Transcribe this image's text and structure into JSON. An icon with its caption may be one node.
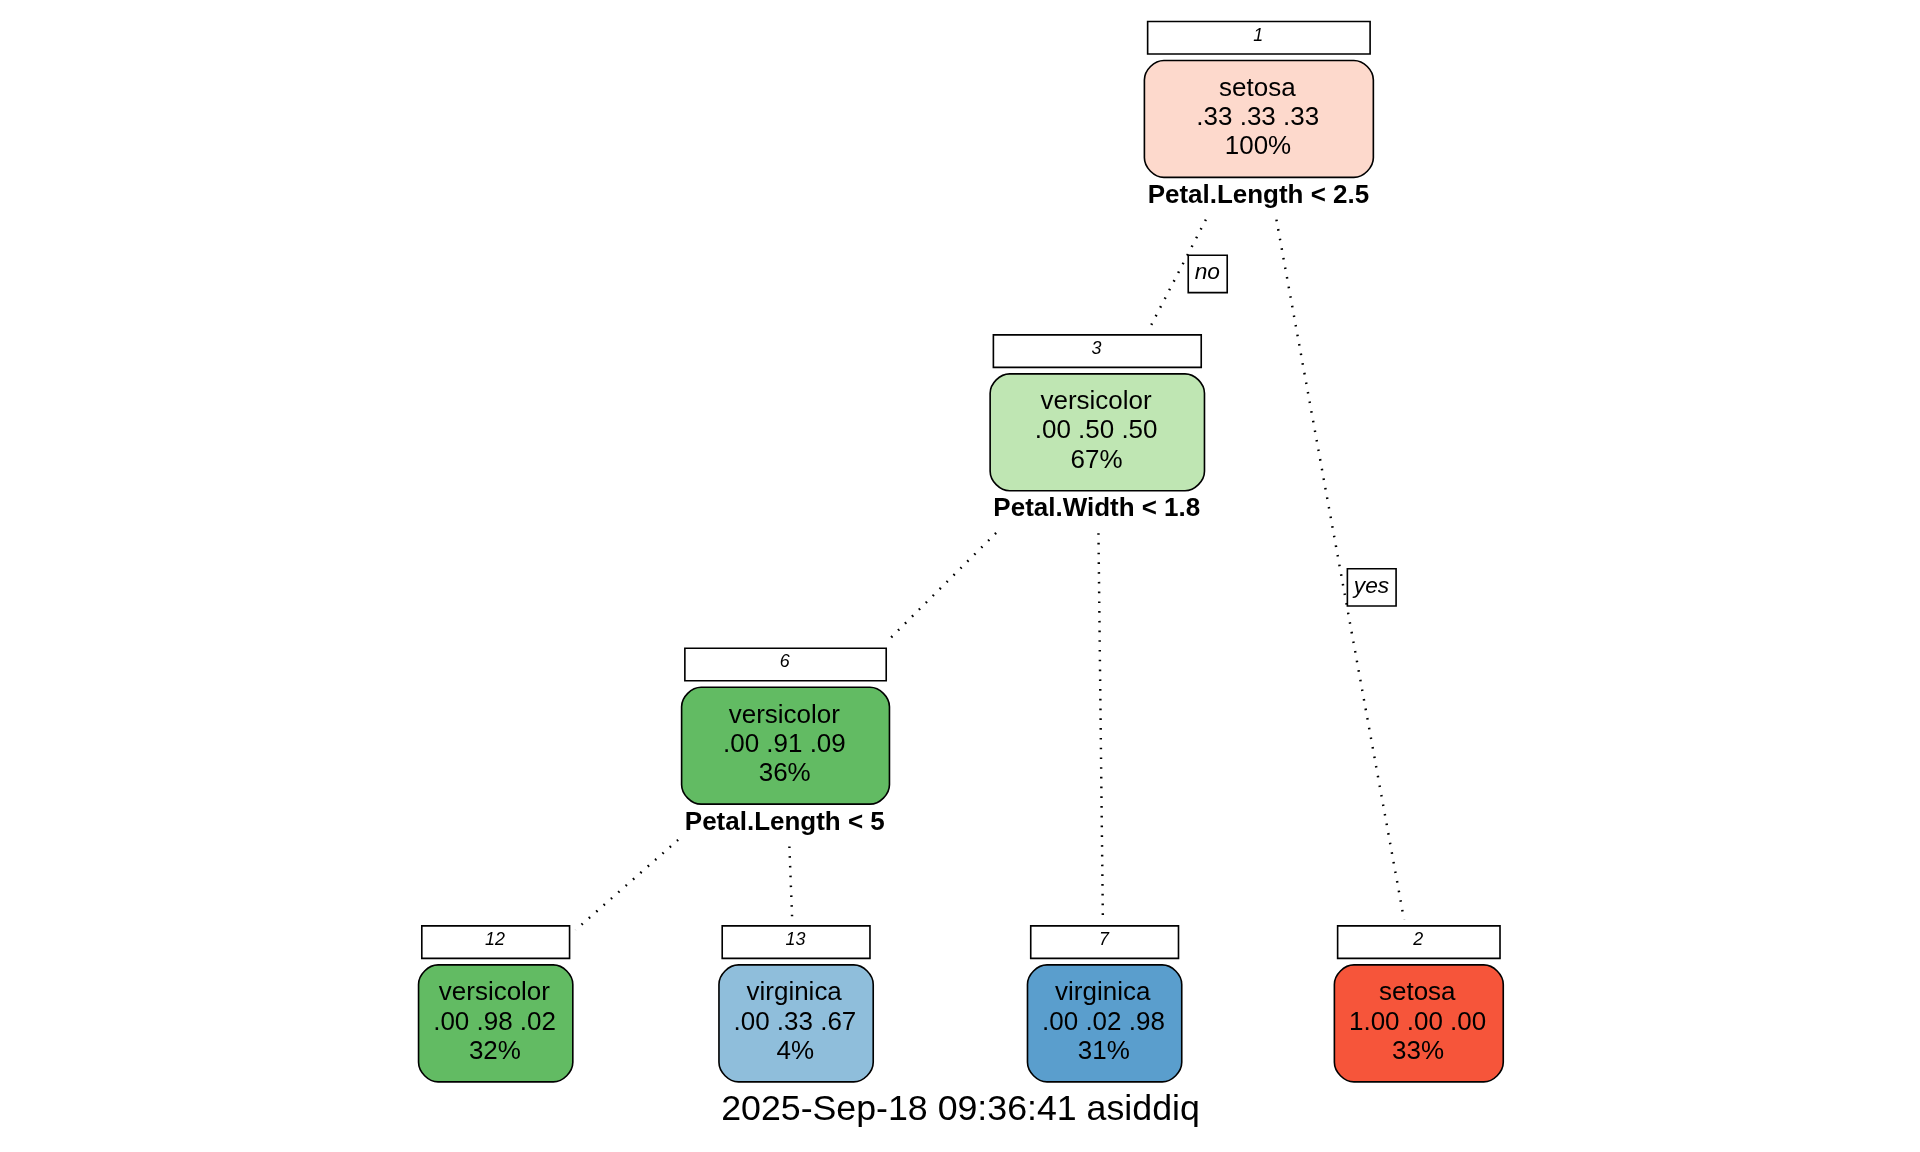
{
  "diagram": {
    "caption": "2025-Sep-18 09:36:41 asiddiq",
    "nodes": [
      {
        "text": [
          "setosa",
          ".33 .33 .33",
          "100%"
        ],
        "beside": [
          "1",
          "Petal.Length < 2.5"
        ]
      },
      {
        "text": [
          "versicolor",
          ".00 .50 .50",
          "67%"
        ],
        "beside": [
          "3",
          "Petal.Width < 1.8"
        ]
      },
      {
        "text": [
          "versicolor",
          ".00 .91 .09",
          "36%"
        ],
        "beside": [
          "6",
          "Petal.Length < 5"
        ]
      },
      {
        "text": [
          "setosa",
          "1.00 .00 .00",
          "33%"
        ],
        "beside": [
          "2"
        ]
      },
      {
        "text": [
          "versicolor",
          ".00 .98 .02",
          "32%"
        ],
        "beside": [
          "12"
        ]
      },
      {
        "text": [
          "virginica",
          ".00 .33 .67",
          "4%"
        ],
        "beside": [
          "13"
        ]
      },
      {
        "text": [
          "virginica",
          ".00 .02 .98",
          "31%"
        ],
        "beside": [
          "7"
        ]
      }
    ],
    "edges": [
      {
        "from": 0,
        "to": 3,
        "arrow": "none",
        "label": "yes"
      },
      {
        "from": 0,
        "to": 1,
        "arrow": "none",
        "label": "no"
      },
      {
        "from": 1,
        "to": 2,
        "arrow": "none"
      },
      {
        "from": 1,
        "to": 6,
        "arrow": "none"
      },
      {
        "from": 2,
        "to": 4,
        "arrow": "none"
      },
      {
        "from": 2,
        "to": 5,
        "arrow": "none"
      }
    ]
  }
}
